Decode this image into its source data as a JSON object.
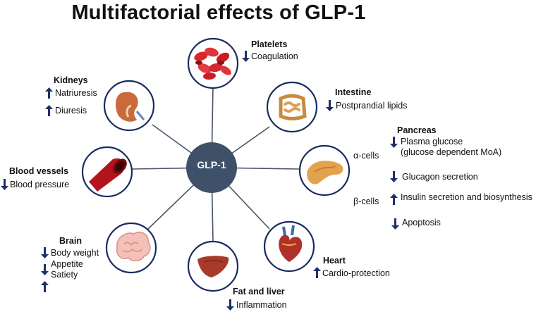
{
  "title": "Multifactorial effects of GLP-1",
  "hub": {
    "label": "GLP-1",
    "color": "#3f5168"
  },
  "colors": {
    "circle_border": "#1a2b5f",
    "spoke": "#4a5568",
    "arrow": "#1e2f6b"
  },
  "organs": {
    "platelets": {
      "title": "Platelets",
      "effects": [
        {
          "dir": "down",
          "text": "Coagulation"
        }
      ]
    },
    "intestine": {
      "title": "Intestine",
      "effects": [
        {
          "dir": "down",
          "text": "Postprandial lipids"
        }
      ]
    },
    "kidneys": {
      "title": "Kidneys",
      "effects": [
        {
          "dir": "up",
          "text": "Natriuresis"
        },
        {
          "dir": "up",
          "text": "Diuresis"
        }
      ]
    },
    "pancreas": {
      "title": "Pancreas",
      "alpha_label": "α-cells",
      "beta_label": "β-cells",
      "effects": [
        {
          "dir": "down",
          "text": "Plasma glucose"
        },
        {
          "dir": "none",
          "text": "(glucose dependent MoA)"
        },
        {
          "dir": "down",
          "text": "Glucagon secretion"
        },
        {
          "dir": "up",
          "text": "Insulin secretion and biosynthesis"
        },
        {
          "dir": "down",
          "text": "Apoptosis"
        }
      ]
    },
    "blood_vessels": {
      "title": "Blood vessels",
      "effects": [
        {
          "dir": "down",
          "text": "Blood pressure"
        }
      ]
    },
    "brain": {
      "title": "Brain",
      "effects": [
        {
          "dir": "down",
          "text": "Body weight"
        },
        {
          "dir": "down",
          "text": "Appetite"
        },
        {
          "dir": "up",
          "text": "Satiety"
        }
      ]
    },
    "heart": {
      "title": "Heart",
      "effects": [
        {
          "dir": "up",
          "text": "Cardio-protection"
        }
      ]
    },
    "fat_liver": {
      "title": "Fat and liver",
      "effects": [
        {
          "dir": "down",
          "text": "Inflammation"
        }
      ]
    }
  },
  "icons": [
    "platelets-icon",
    "intestine-icon",
    "kidney-icon",
    "pancreas-icon",
    "blood-vessel-icon",
    "brain-icon",
    "heart-icon",
    "liver-icon"
  ]
}
